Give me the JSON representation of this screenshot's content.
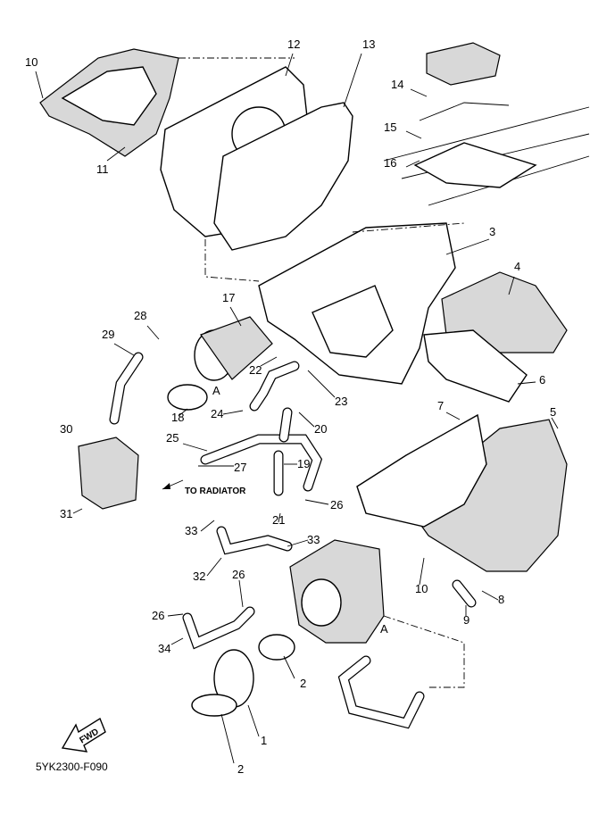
{
  "diagram_code": "5YK2300-F090",
  "fwd_label": "FWD",
  "note_to_radiator": "TO RADIATOR",
  "ref_marks": [
    "A",
    "A"
  ],
  "callouts": [
    "10",
    "11",
    "12",
    "13",
    "14",
    "15",
    "16",
    "3",
    "4",
    "6",
    "17",
    "28",
    "29",
    "22",
    "23",
    "24",
    "20",
    "18",
    "30",
    "25",
    "27",
    "19",
    "26",
    "31",
    "21",
    "33",
    "33",
    "7",
    "5",
    "10",
    "8",
    "9",
    "32",
    "26",
    "26",
    "34",
    "2",
    "1",
    "2"
  ]
}
